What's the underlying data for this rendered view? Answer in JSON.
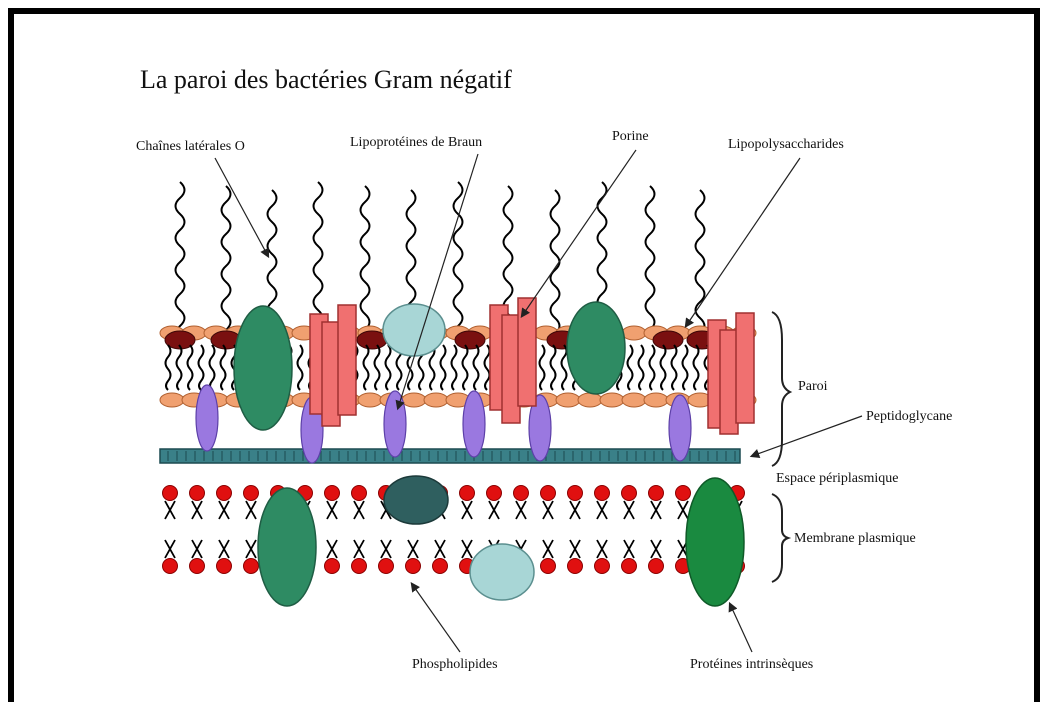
{
  "title": "La paroi des bactéries Gram négatif",
  "labels": {
    "o_chains": "Chaînes latérales O",
    "braun": "Lipoprotéines de Braun",
    "porin": "Porine",
    "lps": "Lipopolysaccharides",
    "paroi": "Paroi",
    "peptidoglycan": "Peptidoglycane",
    "periplasm": "Espace périplasmique",
    "plasma_membrane": "Membrane plasmique",
    "phospholipids": "Phospholipides",
    "intrinsic_proteins": "Protéines intrinsèques"
  },
  "colors": {
    "lps_head": "#7a1010",
    "outer_head": "#f0a070",
    "green_protein": "#2e8b63",
    "porin": "#f07070",
    "braun": "#9a78e0",
    "peptidoglycan": "#3a8088",
    "phospholipid_head": "#e01010",
    "dark_teal": "#2f5f5f",
    "light_teal": "#a8d6d6",
    "bright_green": "#1a8a40"
  }
}
